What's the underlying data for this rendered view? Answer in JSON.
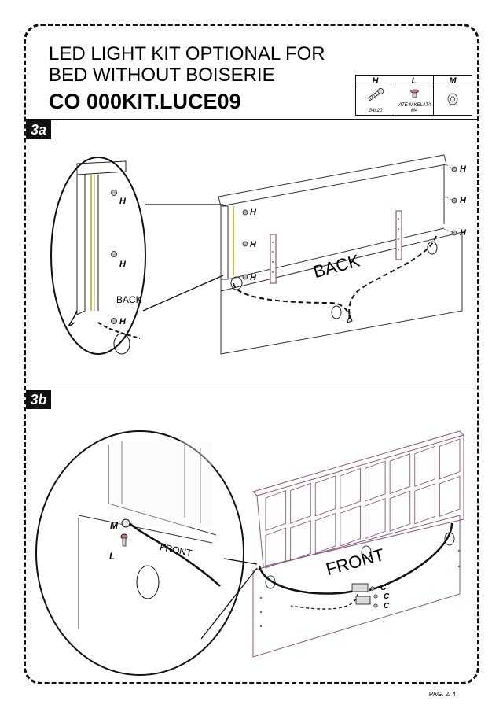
{
  "header": {
    "title_line1": "LED LIGHT KIT OPTIONAL FOR",
    "title_line2": "BED WITHOUT BOISERIE",
    "code": "CO 000KIT.LUCE09"
  },
  "parts_table": {
    "parts": [
      {
        "letter": "H",
        "caption": "Ø4x20",
        "icon": "screw-icon"
      },
      {
        "letter": "L",
        "caption": "VITE NIKELATA M4",
        "icon": "nickel-screw-icon"
      },
      {
        "letter": "M",
        "caption": "",
        "icon": "washer-icon"
      }
    ]
  },
  "step_a": {
    "number": "3a",
    "detail_label": "BACK",
    "main_label": "BACK",
    "screw_label": "H"
  },
  "step_b": {
    "number": "3b",
    "detail_label": "FRONT",
    "main_label": "FRONT",
    "washer_label": "M",
    "screw_label": "L",
    "clip_label": "C"
  },
  "footer": {
    "page": "PAG. 2/ 4"
  },
  "colors": {
    "panel_outline": "#8a5a7a",
    "line": "#222222",
    "led_strip": "#c8c040"
  }
}
